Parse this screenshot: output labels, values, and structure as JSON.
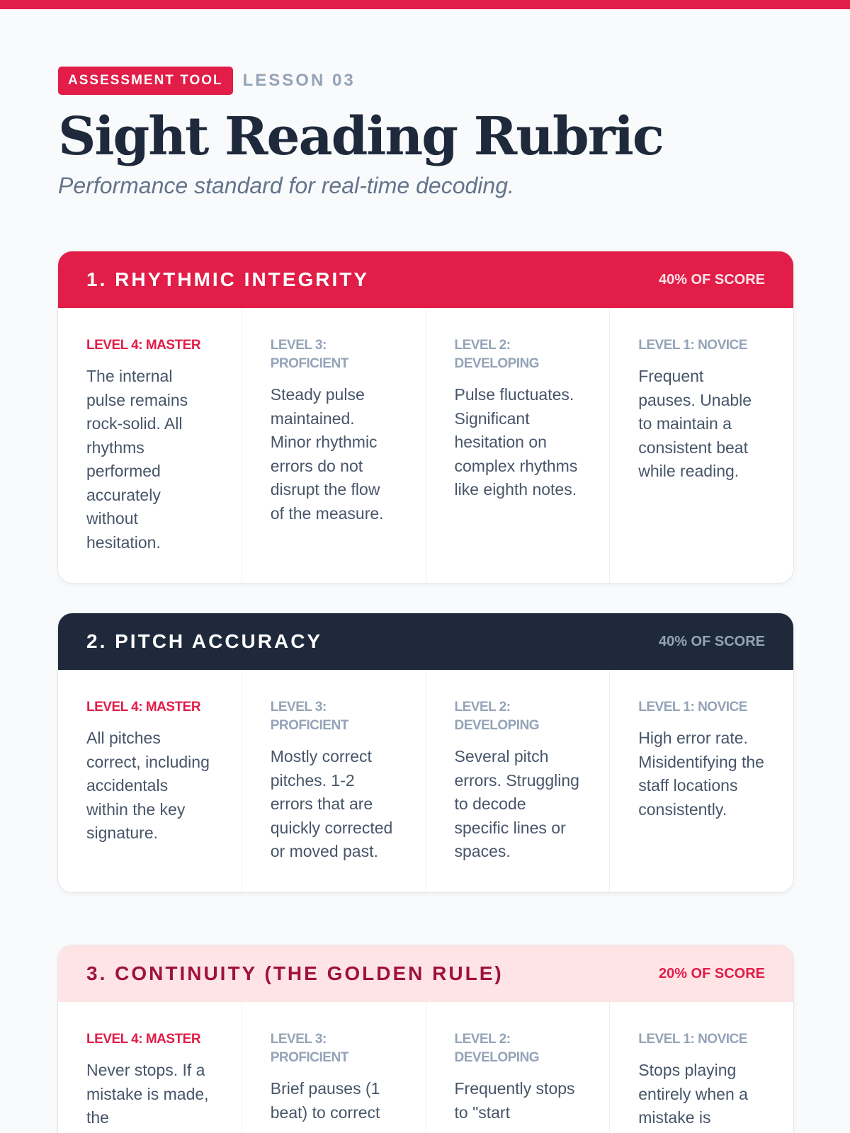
{
  "header": {
    "badge": "ASSESSMENT TOOL",
    "lesson": "LESSON 03",
    "title": "Sight Reading Rubric",
    "subtitle": "Performance standard for real-time decoding."
  },
  "sections": [
    {
      "title": "1. RHYTHMIC INTEGRITY",
      "weight": "40% OF SCORE",
      "levels": [
        {
          "label": "LEVEL 4: MASTER",
          "text": "The internal pulse remains rock-solid. All rhythms performed accurately without hesitation."
        },
        {
          "label": "LEVEL 3: PROFICIENT",
          "text": "Steady pulse maintained. Minor rhythmic errors do not disrupt the flow of the measure."
        },
        {
          "label": "LEVEL 2: DEVELOPING",
          "text": "Pulse fluctuates. Significant hesitation on complex rhythms like eighth notes."
        },
        {
          "label": "LEVEL 1: NOVICE",
          "text": "Frequent pauses. Unable to maintain a consistent beat while reading."
        }
      ]
    },
    {
      "title": "2. PITCH ACCURACY",
      "weight": "40% OF SCORE",
      "levels": [
        {
          "label": "LEVEL 4: MASTER",
          "text": "All pitches correct, including accidentals within the key signature."
        },
        {
          "label": "LEVEL 3: PROFICIENT",
          "text": "Mostly correct pitches. 1-2 errors that are quickly corrected or moved past."
        },
        {
          "label": "LEVEL 2: DEVELOPING",
          "text": "Several pitch errors. Struggling to decode specific lines or spaces."
        },
        {
          "label": "LEVEL 1: NOVICE",
          "text": "High error rate. Misidentifying the staff locations consistently."
        }
      ]
    },
    {
      "title": "3. CONTINUITY (THE GOLDEN RULE)",
      "weight": "20% OF SCORE",
      "levels": [
        {
          "label": "LEVEL 4: MASTER",
          "text": "Never stops. If a mistake is made, the"
        },
        {
          "label": "LEVEL 3: PROFICIENT",
          "text": "Brief pauses (1 beat) to correct"
        },
        {
          "label": "LEVEL 2: DEVELOPING",
          "text": "Frequently stops to \"start"
        },
        {
          "label": "LEVEL 1: NOVICE",
          "text": "Stops playing entirely when a mistake is"
        }
      ]
    }
  ],
  "colors": {
    "accent": "#e11d48",
    "dark": "#1e293b",
    "pink": "#ffe4e6"
  }
}
